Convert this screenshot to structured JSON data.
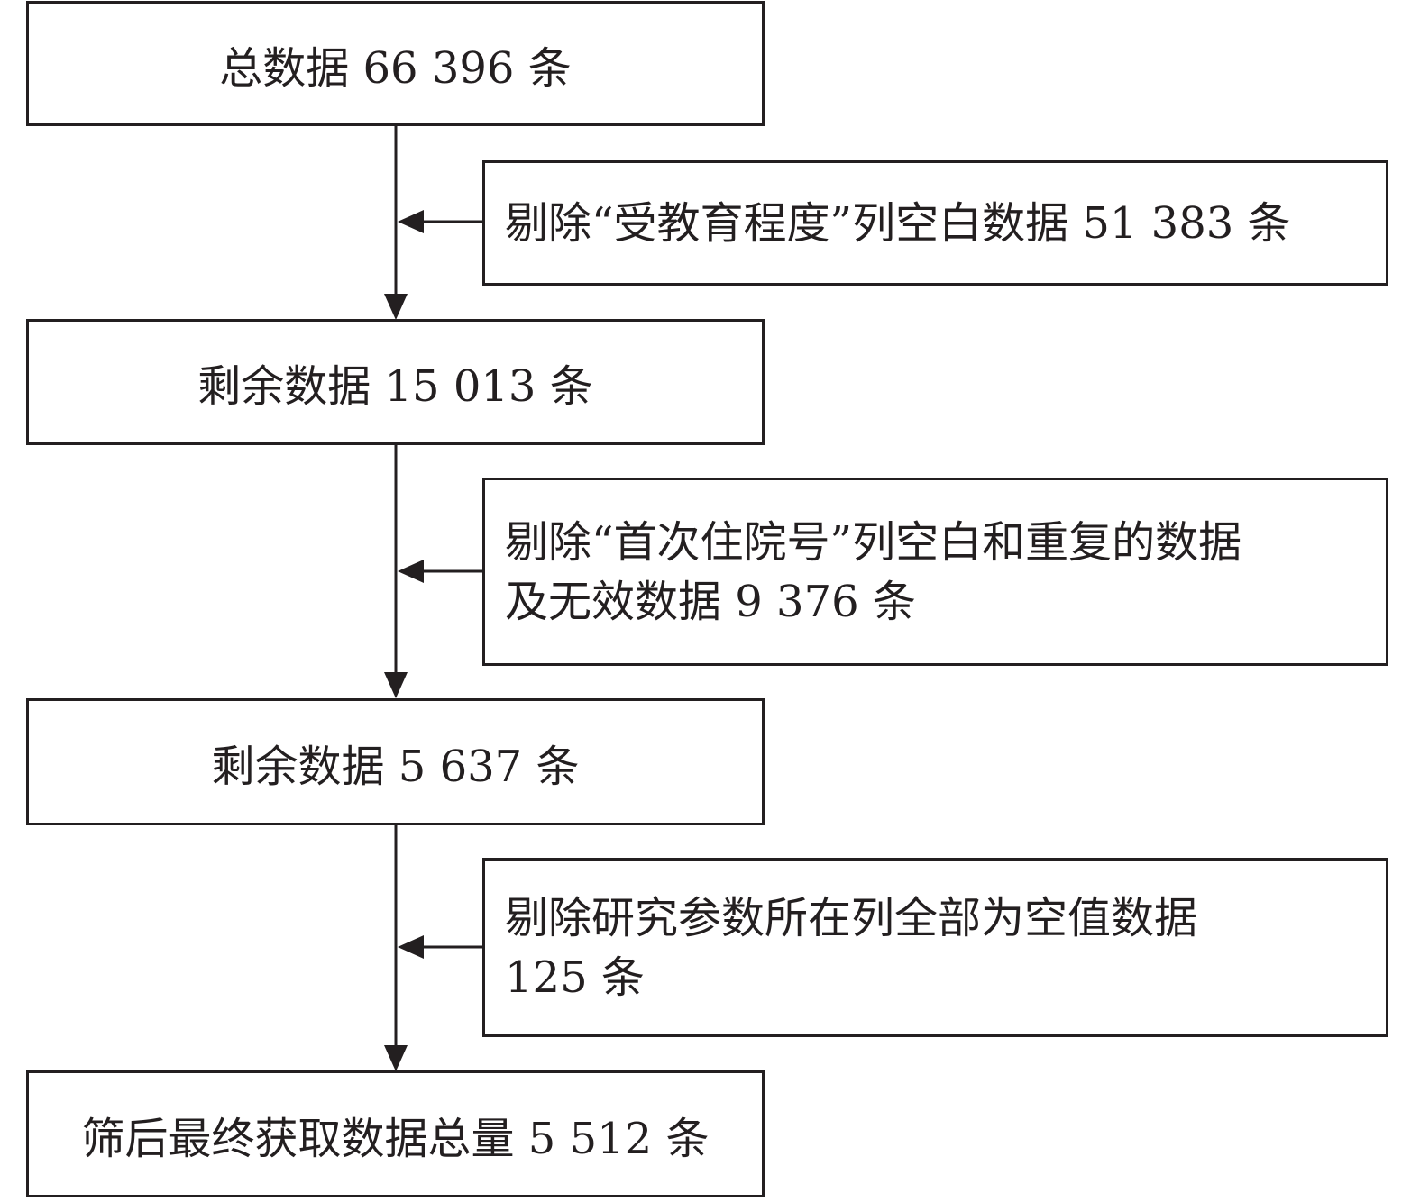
{
  "flowchart": {
    "main_steps": [
      {
        "label": "总数据 66 396 条"
      },
      {
        "label": "剩余数据 15 013 条"
      },
      {
        "label": "剩余数据 5 637 条"
      },
      {
        "label": "筛后最终获取数据总量 5 512 条"
      }
    ],
    "exclusions": [
      {
        "label": "剔除“受教育程度”列空白数据 51 383 条"
      },
      {
        "label": "剔除“首次住院号”列空白和重复的数据\n及无效数据 9 376 条"
      },
      {
        "label": "剔除研究参数所在列全部为空值数据\n125 条"
      }
    ],
    "colors": {
      "line": "#231f20",
      "background": "#ffffff"
    }
  }
}
